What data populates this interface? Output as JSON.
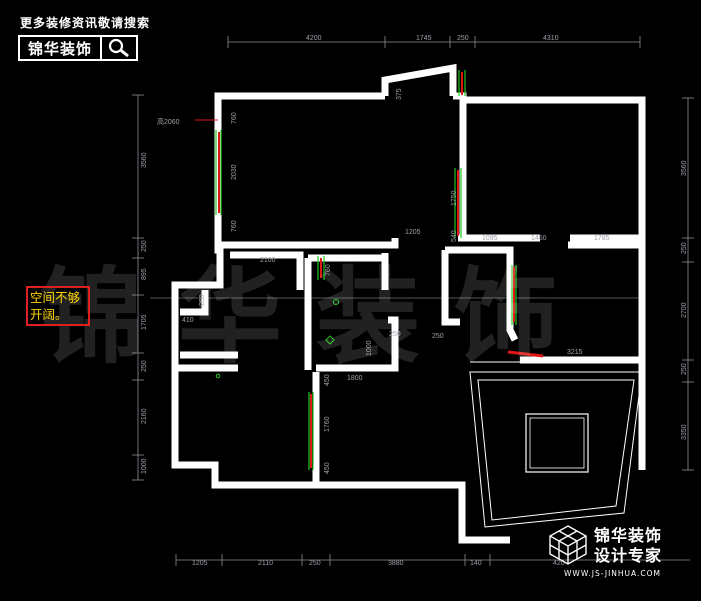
{
  "header": {
    "tagline": "更多装修资讯敬请搜索",
    "brand": "锦华装饰",
    "search_icon": "search-icon"
  },
  "watermark": "锦华装饰",
  "note": {
    "text": "空间不够开阔。",
    "border_color": "#e02020",
    "text_color": "#ffd400"
  },
  "colors": {
    "wall": "#ffffff",
    "window": "#1ec81e",
    "door": "#e01818",
    "dimension": "#9aa0a8"
  },
  "dimensions": {
    "top": [
      "4200",
      "1745",
      "250",
      "4310"
    ],
    "bottom": [
      "1205",
      "2110",
      "250",
      "3880",
      "140",
      "420"
    ],
    "left": [
      "3560",
      "250",
      "895",
      "1705",
      "250",
      "2160",
      "1000"
    ],
    "right": [
      "3560",
      "250",
      "2700",
      "250",
      "3350"
    ],
    "height_label": "高2060"
  },
  "interior_labels": [
    "375",
    "760",
    "2030",
    "760",
    "1750",
    "540",
    "1205",
    "1095",
    "1450",
    "1785",
    "2100",
    "760",
    "250",
    "410",
    "1000",
    "250",
    "3215",
    "1800",
    "450",
    "1760",
    "450",
    "250"
  ],
  "logo": {
    "name": "锦华装饰",
    "tagline": "设计专家",
    "url": "WWW.JS-JINHUA.COM",
    "icon": "cube-logo-icon"
  }
}
